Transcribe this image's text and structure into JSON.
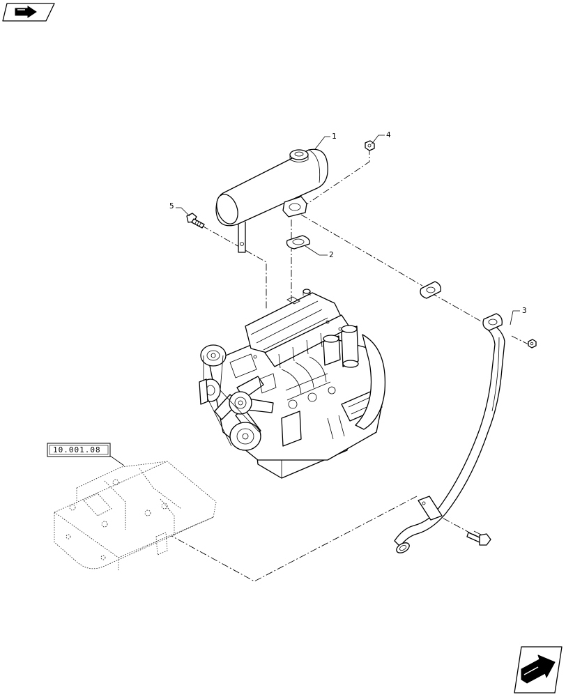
{
  "diagram": {
    "callouts": [
      {
        "id": "1",
        "label": "1"
      },
      {
        "id": "2",
        "label": "2"
      },
      {
        "id": "3",
        "label": "3"
      },
      {
        "id": "4",
        "label": "4"
      },
      {
        "id": "5",
        "label": "5"
      }
    ],
    "reference_box": "10.001.08"
  },
  "icons": {
    "top_left": "book-arrow-icon",
    "bottom_right": "next-page-arrow-icon"
  }
}
